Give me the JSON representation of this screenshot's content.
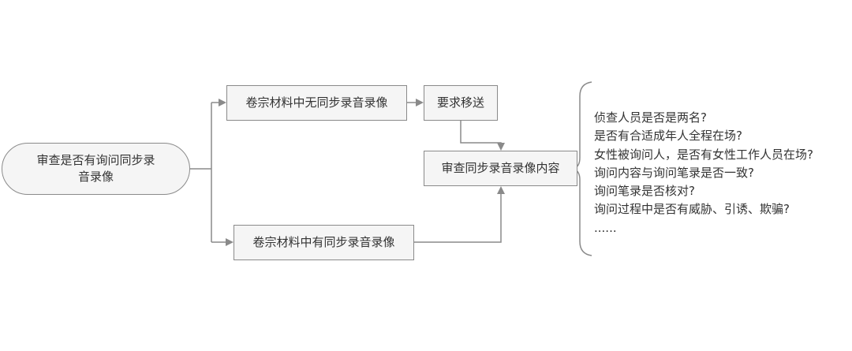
{
  "nodes": {
    "root": "审查是否有询问同步录音录像",
    "no_sync": "卷宗材料中无同步录音录像",
    "request_transfer": "要求移送",
    "review_content": "审查同步录音录像内容",
    "has_sync": "卷宗材料中有同步录音录像"
  },
  "questions": [
    "侦查人员是否是两名?",
    "是否有合适成年人全程在场?",
    "女性被询问人，是否有女性工作人员在场?",
    "询问内容与询问笔录是否一致?",
    "询问笔录是否核对?",
    "询问过程中是否有威胁、引诱、欺骗?",
    "......"
  ],
  "colors": {
    "node_fill": "#f5f5f5",
    "node_border": "#8a8a8a",
    "connector": "#8a8a8a",
    "text": "#333333"
  }
}
